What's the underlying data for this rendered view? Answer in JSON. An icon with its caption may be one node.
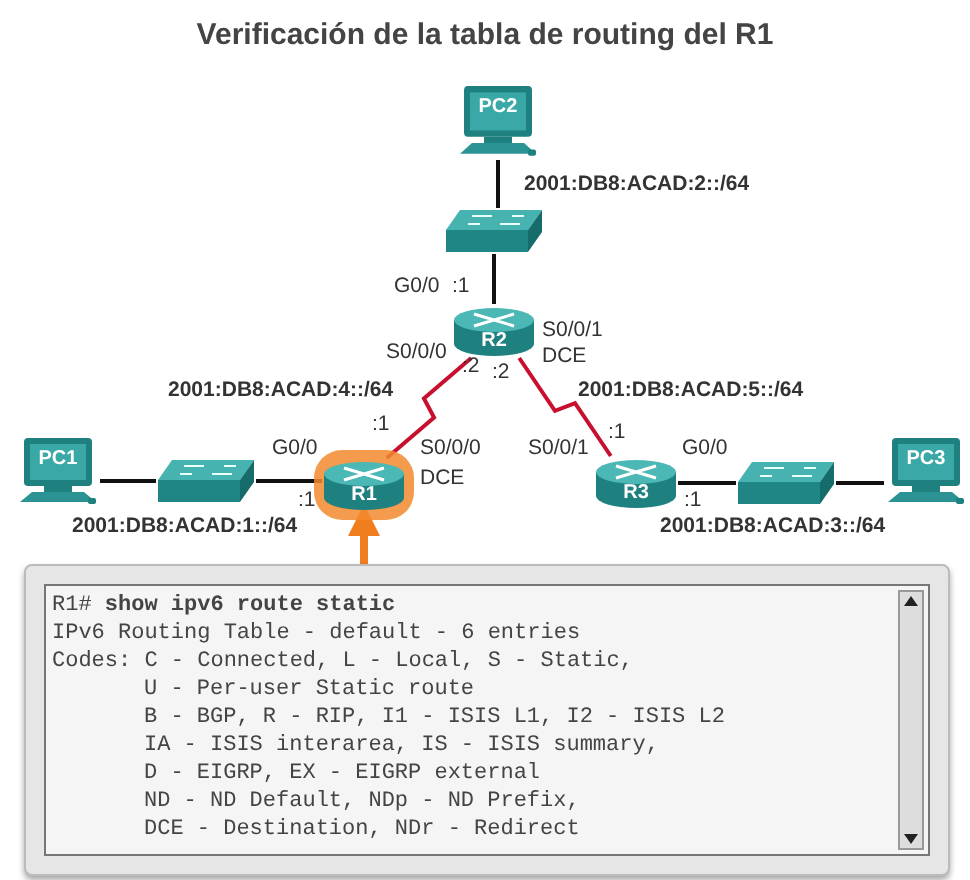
{
  "diagram": {
    "title": "Verificación de la tabla de routing del R1",
    "nodes": [
      {
        "text": [
          "PC2"
        ]
      },
      {
        "text": [],
        "shape": "box"
      },
      {
        "text": [
          "R2"
        ]
      },
      {
        "text": [
          "PC1"
        ]
      },
      {
        "text": [],
        "shape": "box"
      },
      {
        "text": [
          "R1"
        ]
      },
      {
        "text": [
          "R3"
        ]
      },
      {
        "text": [],
        "shape": "box"
      },
      {
        "text": [
          "PC3"
        ]
      },
      {
        "text": [
          "R1# **show ipv6 route static**",
          "IPv6 Routing Table - default - 6 entries",
          "Codes: C - Connected, L - Local, S - Static,",
          "U - Per-user Static route",
          "B - BGP, R - RIP, I1 - ISIS L1, I2 - ISIS L2",
          "IA - ISIS interarea, IS - ISIS summary,",
          "D - EIGRP, EX - EIGRP external",
          "ND - ND Default, NDp - ND Prefix,",
          "DCE - Destination, NDr - Redirect"
        ]
      }
    ],
    "edges": [
      {
        "from": 0,
        "to": 1,
        "arrow": "none"
      },
      {
        "from": 1,
        "to": 2,
        "arrow": "none"
      },
      {
        "from": 2,
        "to": 5,
        "arrow": "none",
        "color": "#c8102e"
      },
      {
        "from": 2,
        "to": 6,
        "arrow": "none",
        "color": "#c8102e"
      },
      {
        "from": 3,
        "to": 4,
        "arrow": "none"
      },
      {
        "from": 4,
        "to": 5,
        "arrow": "none"
      },
      {
        "from": 6,
        "to": 7,
        "arrow": "none"
      },
      {
        "from": 7,
        "to": 8,
        "arrow": "none"
      },
      {
        "from": 9,
        "to": 5,
        "arrow": "to",
        "style": "thick",
        "color": "#f07d1e"
      }
    ],
    "labels": [
      "2001:DB8:ACAD:2::/64",
      "G0/0",
      ":1",
      "S0/0/1",
      "S0/0/0",
      ":2",
      ":2",
      "DCE",
      "2001:DB8:ACAD:4::/64",
      "2001:DB8:ACAD:5::/64",
      ":1",
      ":1",
      "G0/0",
      "S0/0/0",
      "S0/0/1",
      "G0/0",
      ":1",
      "DCE",
      ":1",
      "2001:DB8:ACAD:1::/64",
      "2001:DB8:ACAD:3::/64"
    ]
  }
}
